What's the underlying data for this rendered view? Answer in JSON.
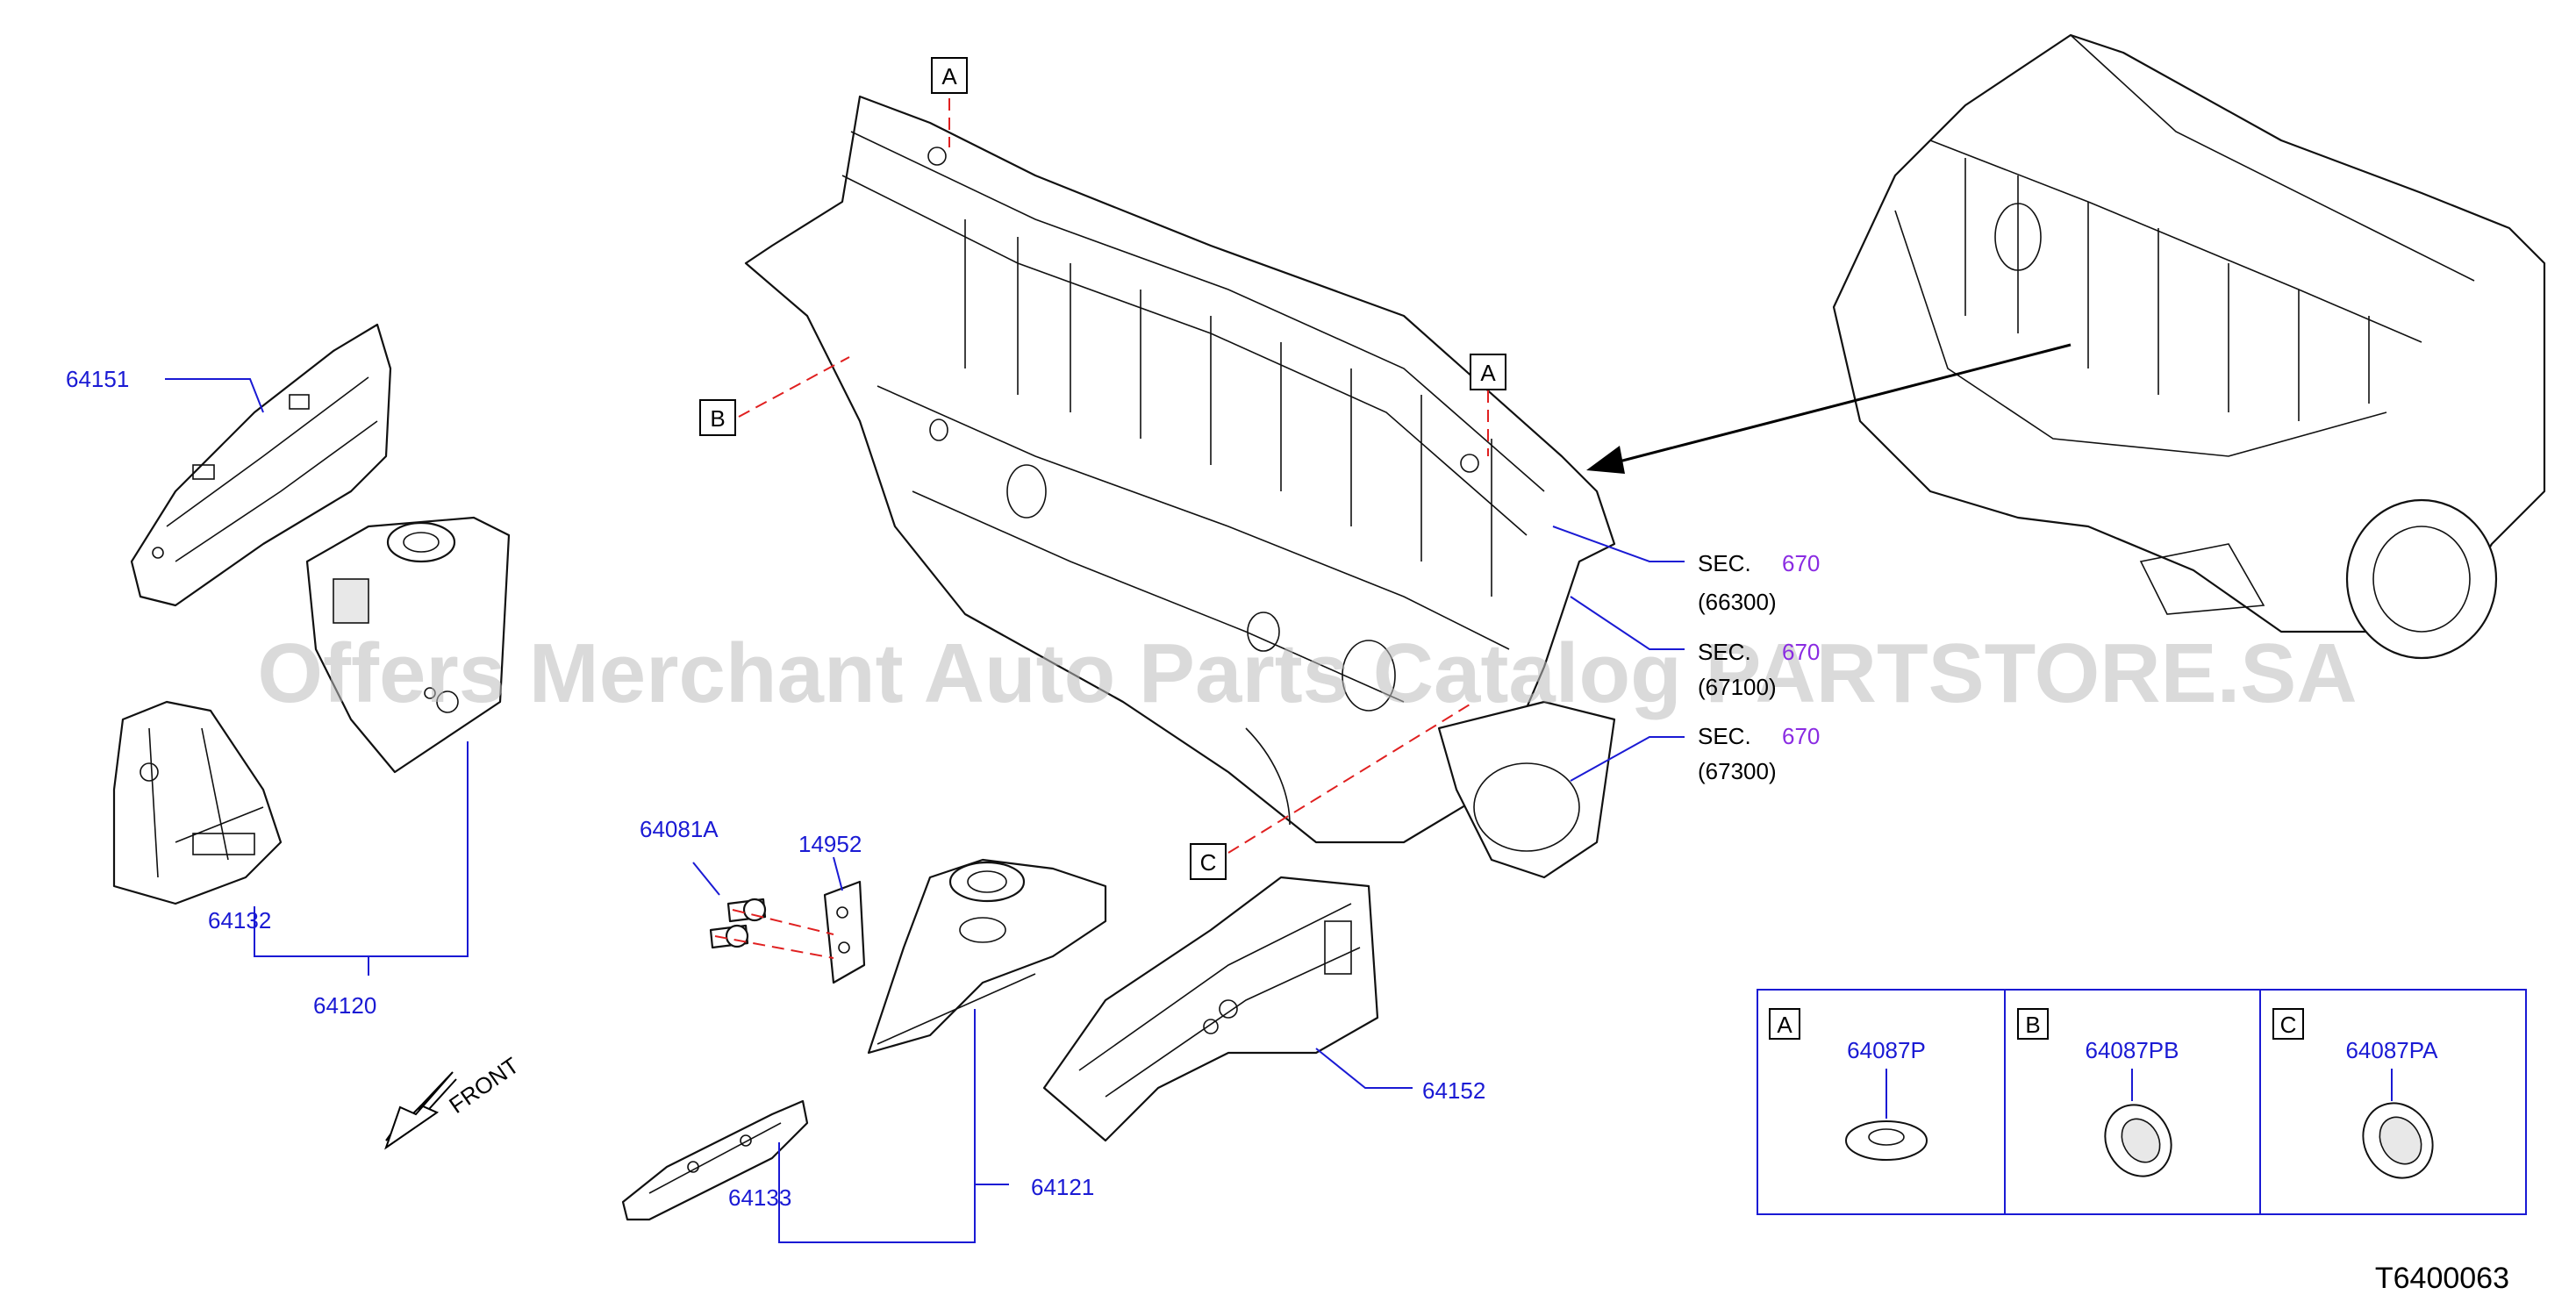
{
  "parts": {
    "p64151": "64151",
    "p64132": "64132",
    "p64120": "64120",
    "p64081A": "64081A",
    "p14952": "14952",
    "p64133": "64133",
    "p64121": "64121",
    "p64152": "64152"
  },
  "sections": [
    {
      "prefix": "SEC.",
      "link": "670",
      "sub": "(66300)"
    },
    {
      "prefix": "SEC.",
      "link": "670",
      "sub": "(67100)"
    },
    {
      "prefix": "SEC.",
      "link": "670",
      "sub": "(67300)"
    }
  ],
  "refs": {
    "a": "A",
    "b": "B",
    "c": "C"
  },
  "legend": [
    {
      "letter": "A",
      "part": "64087P"
    },
    {
      "letter": "B",
      "part": "64087PB"
    },
    {
      "letter": "C",
      "part": "64087PA"
    }
  ],
  "front_label": "FRONT",
  "diagram_code": "T6400063",
  "watermark": "Offers Merchant Auto Parts Catalog PARTSTORE.SA"
}
